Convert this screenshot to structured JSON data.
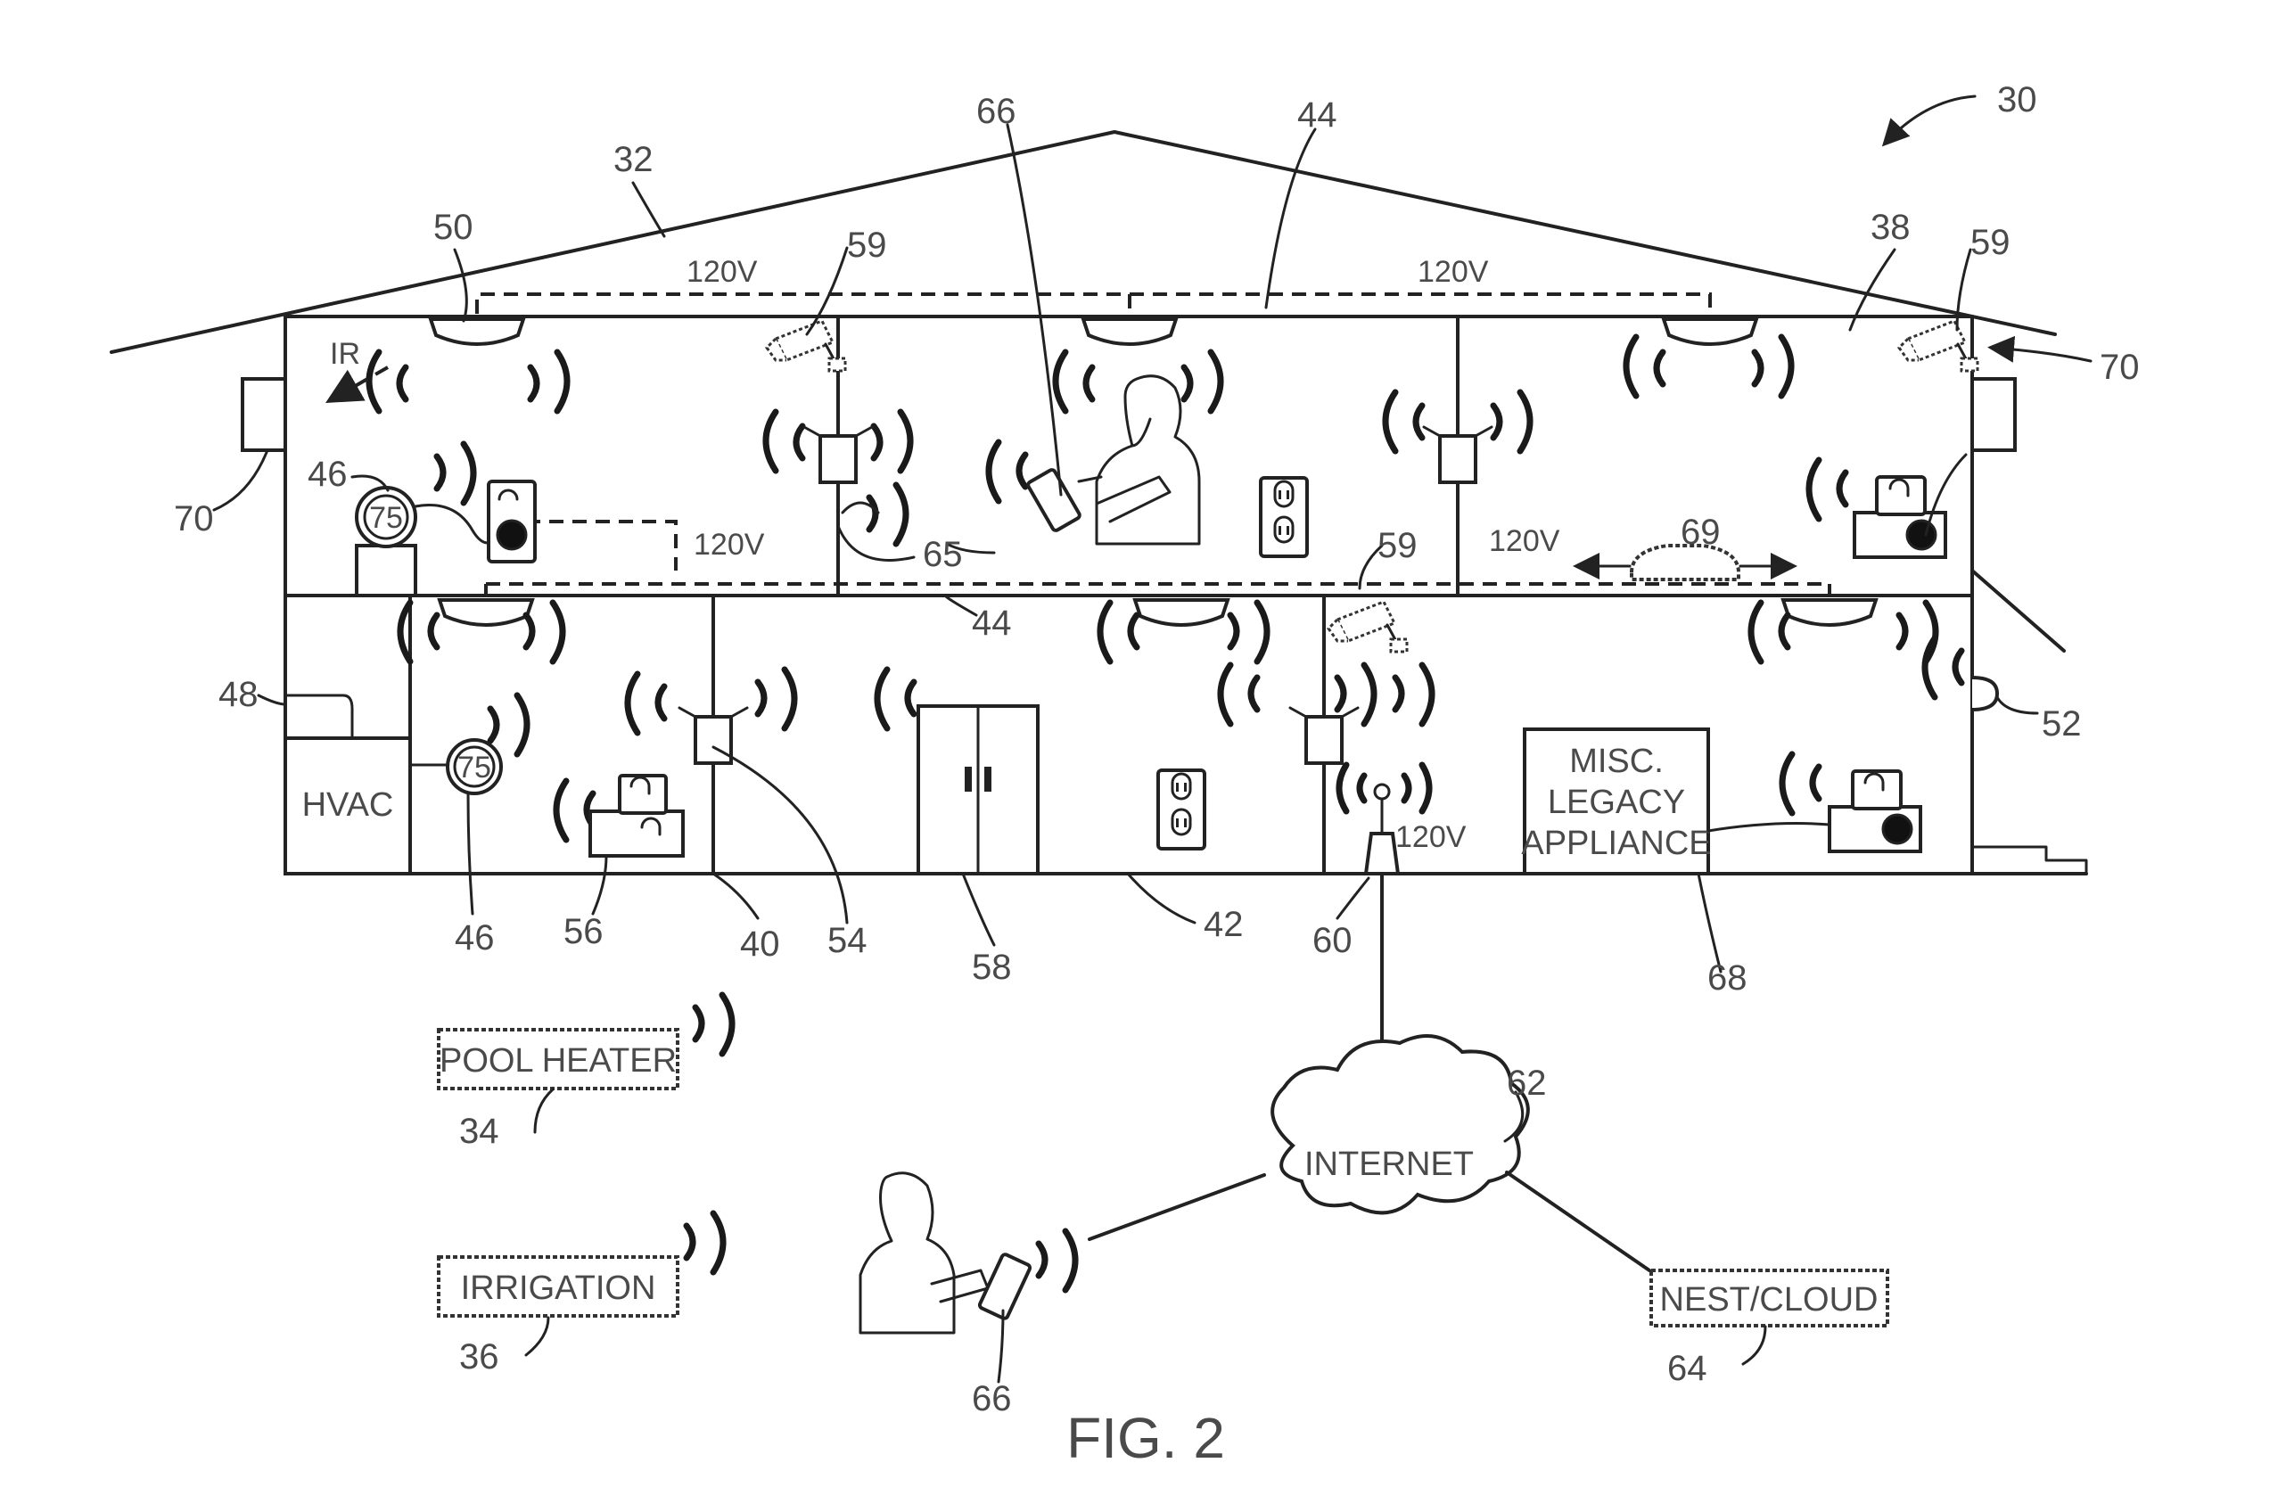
{
  "figure": {
    "caption": "FIG. 2",
    "labels": {
      "hvac": "HVAC",
      "ir": "IR",
      "volt": "120V",
      "thermostat_value": "75",
      "internet": "INTERNET",
      "pool_heater": "POOL HEATER",
      "irrigation": "IRRIGATION",
      "nest_cloud": "NEST/CLOUD",
      "misc_line1": "MISC.",
      "misc_line2": "LEGACY",
      "misc_line3": "APPLIANCE"
    },
    "refs": {
      "r30": "30",
      "r32": "32",
      "r34": "34",
      "r36": "36",
      "r38": "38",
      "r40": "40",
      "r42": "42",
      "r44": "44",
      "r46": "46",
      "r48": "48",
      "r50": "50",
      "r52": "52",
      "r54": "54",
      "r56": "56",
      "r58": "58",
      "r59": "59",
      "r60": "60",
      "r62": "62",
      "r64": "64",
      "r65": "65",
      "r66": "66",
      "r68": "68",
      "r69": "69",
      "r70": "70"
    }
  }
}
